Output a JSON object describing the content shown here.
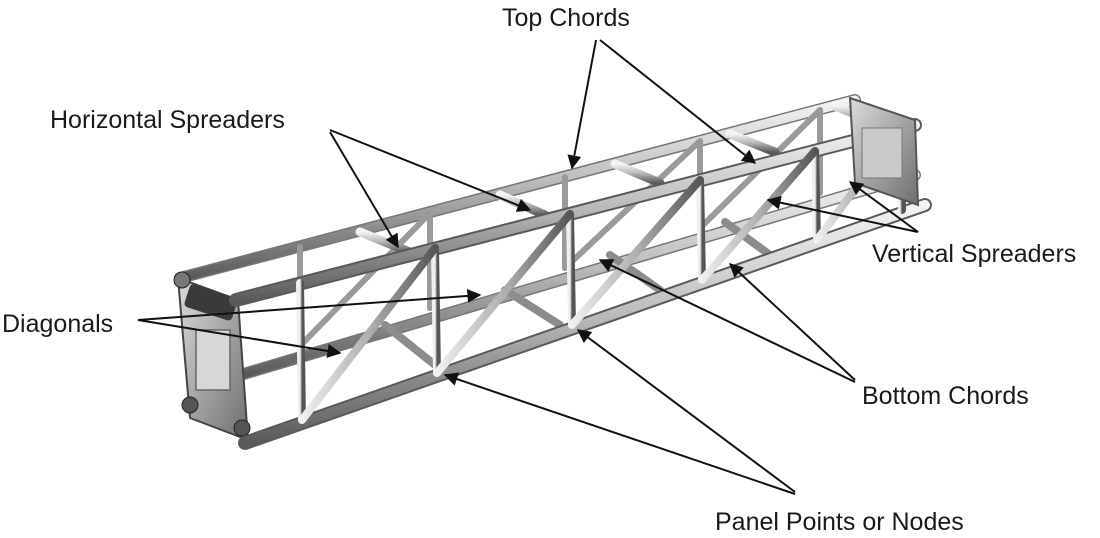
{
  "labels": {
    "top_chords": "Top Chords",
    "horizontal_spreaders": "Horizontal Spreaders",
    "vertical_spreaders": "Vertical Spreaders",
    "diagonals": "Diagonals",
    "bottom_chords": "Bottom Chords",
    "panel_points": "Panel Points or Nodes"
  },
  "colors": {
    "metal_light": "#e8e8e8",
    "metal_mid": "#a9a9a9",
    "metal_dark": "#4a4a4a",
    "arrow": "#111111"
  }
}
